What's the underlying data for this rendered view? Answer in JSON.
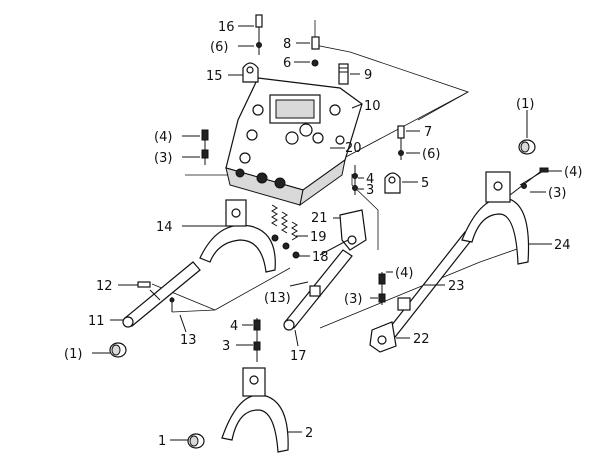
{
  "callouts": [
    {
      "id": "c16",
      "text": "16"
    },
    {
      "id": "c6a",
      "text": "(6)"
    },
    {
      "id": "c8",
      "text": "8"
    },
    {
      "id": "c6b",
      "text": "6"
    },
    {
      "id": "c9",
      "text": "9"
    },
    {
      "id": "c15",
      "text": "15"
    },
    {
      "id": "c10",
      "text": "10"
    },
    {
      "id": "c4a",
      "text": "(4)"
    },
    {
      "id": "c3a",
      "text": "(3)"
    },
    {
      "id": "c7",
      "text": "7"
    },
    {
      "id": "c6c",
      "text": "(6)"
    },
    {
      "id": "c20",
      "text": "20"
    },
    {
      "id": "c4b",
      "text": "4"
    },
    {
      "id": "c3b",
      "text": "3"
    },
    {
      "id": "c5",
      "text": "5"
    },
    {
      "id": "c1a",
      "text": "(1)"
    },
    {
      "id": "c4c",
      "text": "(4)"
    },
    {
      "id": "c3c",
      "text": "(3)"
    },
    {
      "id": "c14",
      "text": "14"
    },
    {
      "id": "c21",
      "text": "21"
    },
    {
      "id": "c19",
      "text": "19"
    },
    {
      "id": "c18",
      "text": "18"
    },
    {
      "id": "c24",
      "text": "24"
    },
    {
      "id": "c4d",
      "text": "(4)"
    },
    {
      "id": "c12",
      "text": "12"
    },
    {
      "id": "c13a",
      "text": "(13)"
    },
    {
      "id": "c3d",
      "text": "(3)"
    },
    {
      "id": "c23",
      "text": "23"
    },
    {
      "id": "c11",
      "text": "11"
    },
    {
      "id": "c13b",
      "text": "13"
    },
    {
      "id": "c4e",
      "text": "4"
    },
    {
      "id": "c22",
      "text": "22"
    },
    {
      "id": "c3e",
      "text": "3"
    },
    {
      "id": "c17",
      "text": "17"
    },
    {
      "id": "c1b",
      "text": "(1)"
    },
    {
      "id": "c1c",
      "text": "1"
    },
    {
      "id": "c2",
      "text": "2"
    }
  ]
}
